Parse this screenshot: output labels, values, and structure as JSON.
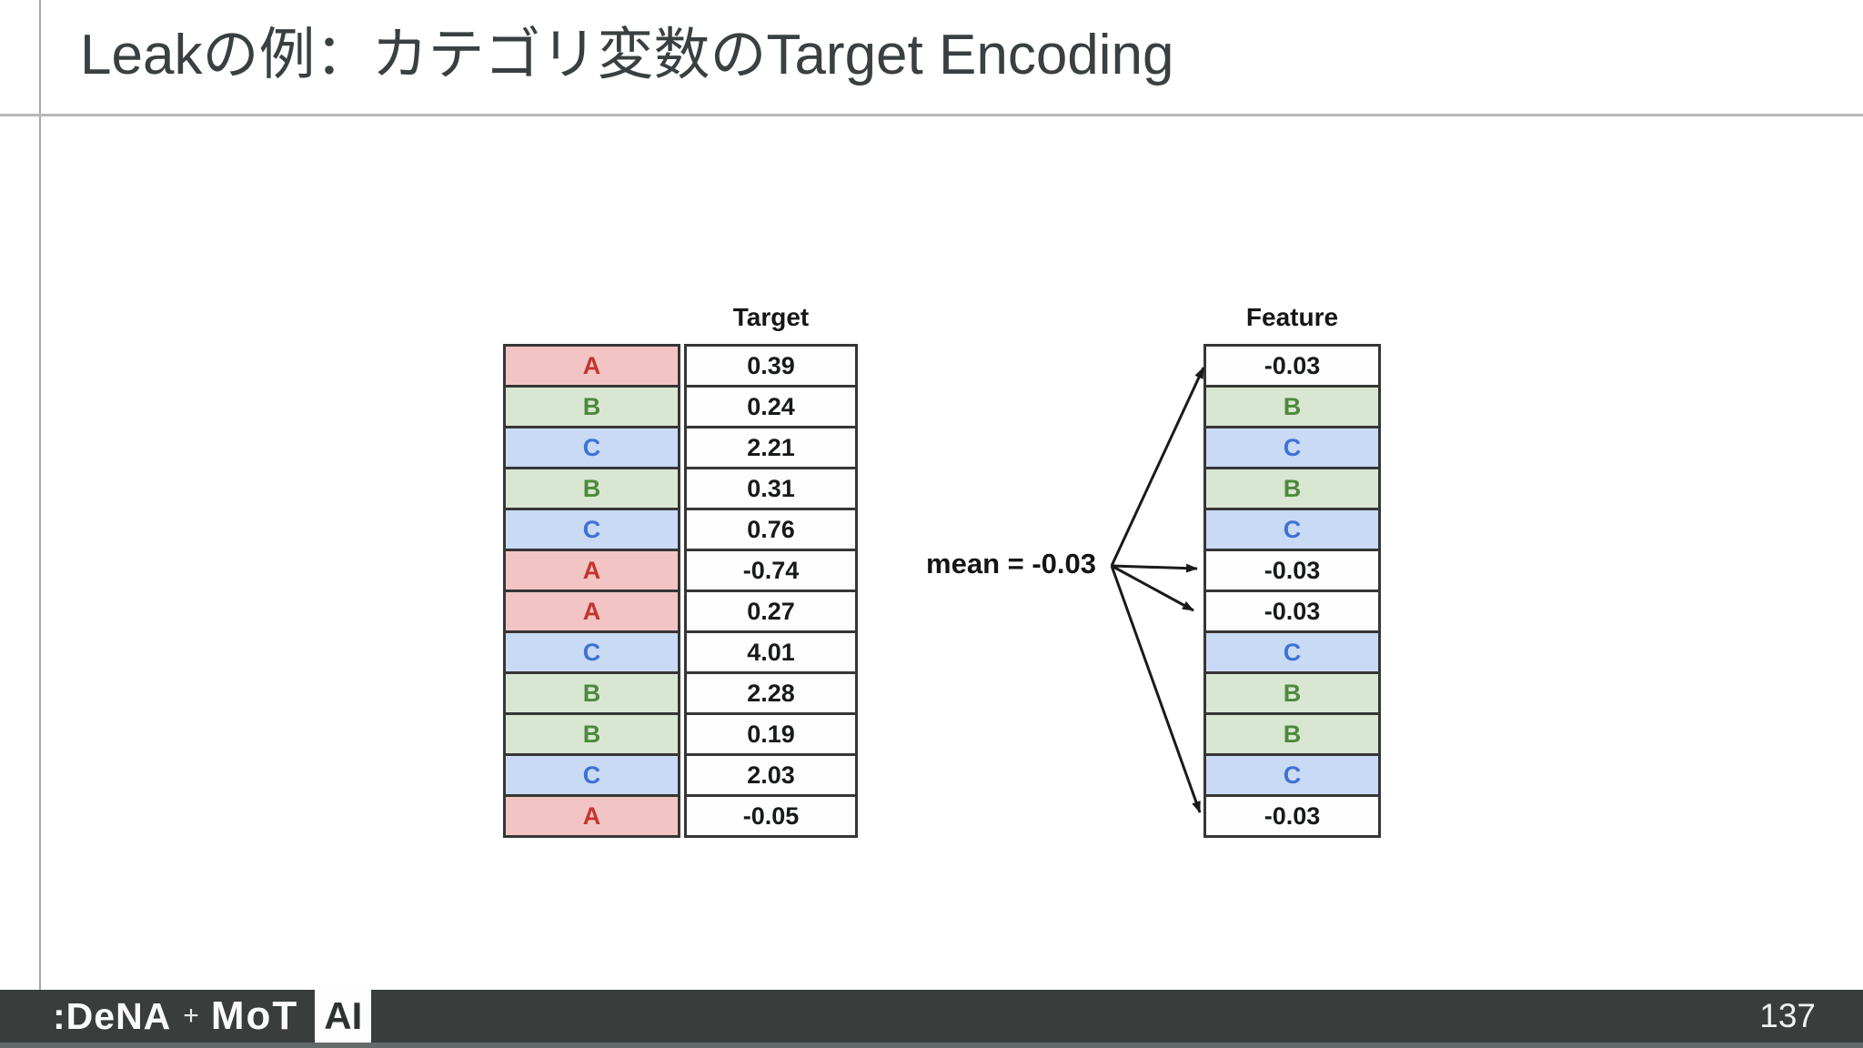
{
  "slide": {
    "title": "Leakの例：カテゴリ変数のTarget Encoding"
  },
  "diagram": {
    "left_table": {
      "header": "Target",
      "rows": [
        {
          "category": "A",
          "type": "A",
          "target": "0.39"
        },
        {
          "category": "B",
          "type": "B",
          "target": "0.24"
        },
        {
          "category": "C",
          "type": "C",
          "target": "2.21"
        },
        {
          "category": "B",
          "type": "B",
          "target": "0.31"
        },
        {
          "category": "C",
          "type": "C",
          "target": "0.76"
        },
        {
          "category": "A",
          "type": "A",
          "target": "-0.74"
        },
        {
          "category": "A",
          "type": "A",
          "target": "0.27"
        },
        {
          "category": "C",
          "type": "C",
          "target": "4.01"
        },
        {
          "category": "B",
          "type": "B",
          "target": "2.28"
        },
        {
          "category": "B",
          "type": "B",
          "target": "0.19"
        },
        {
          "category": "C",
          "type": "C",
          "target": "2.03"
        },
        {
          "category": "A",
          "type": "A",
          "target": "-0.05"
        }
      ]
    },
    "right_table": {
      "header": "Feature",
      "rows": [
        {
          "label": "-0.03",
          "type": "value"
        },
        {
          "label": "B",
          "type": "B"
        },
        {
          "label": "C",
          "type": "C"
        },
        {
          "label": "B",
          "type": "B"
        },
        {
          "label": "C",
          "type": "C"
        },
        {
          "label": "-0.03",
          "type": "value"
        },
        {
          "label": "-0.03",
          "type": "value"
        },
        {
          "label": "C",
          "type": "C"
        },
        {
          "label": "B",
          "type": "B"
        },
        {
          "label": "B",
          "type": "B"
        },
        {
          "label": "C",
          "type": "C"
        },
        {
          "label": "-0.03",
          "type": "value"
        }
      ]
    },
    "annotation": {
      "mean_label": "mean = -0.03"
    }
  },
  "footer": {
    "logo_dena": ":DeNA",
    "logo_plus": "+",
    "logo_mot": "MoT",
    "ai_badge": "AI",
    "page_number": "137"
  },
  "colors": {
    "category_a_bg": "#f2c4c4",
    "category_a_text": "#c5342f",
    "category_b_bg": "#d9e7d2",
    "category_b_text": "#4c8a3d",
    "category_c_bg": "#c9daf4",
    "category_c_text": "#3e72d4",
    "cell_border": "#363636",
    "footer_bar": "#393e3d",
    "rule_gray": "#b6b6b6"
  }
}
